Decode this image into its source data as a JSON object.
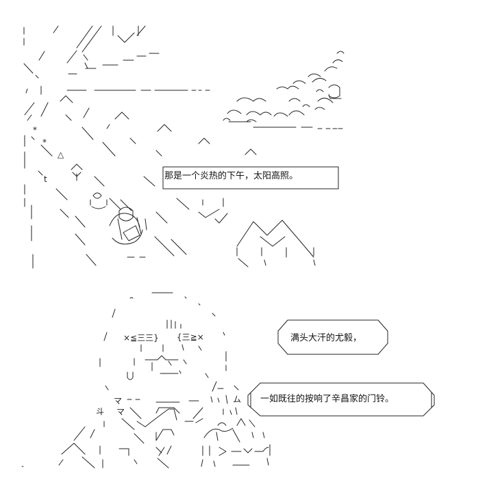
{
  "caption": {
    "text": "那是一个炎热的下午，太阳高照。"
  },
  "dialogue": [
    {
      "text": "满头大汗的尤毅，"
    },
    {
      "text": "一如既往的按响了辛昌家的门铃。"
    }
  ],
  "art_glyphs": {
    "spark_1": "*",
    "spark_2": "*",
    "triangle": "△",
    "small_t": "t",
    "brow_left": "×≦三三}",
    "brow_right": "{三≧×",
    "ma_1": "マ",
    "ma_2": "マ",
    "dou": "斗",
    "mu": "ム"
  }
}
